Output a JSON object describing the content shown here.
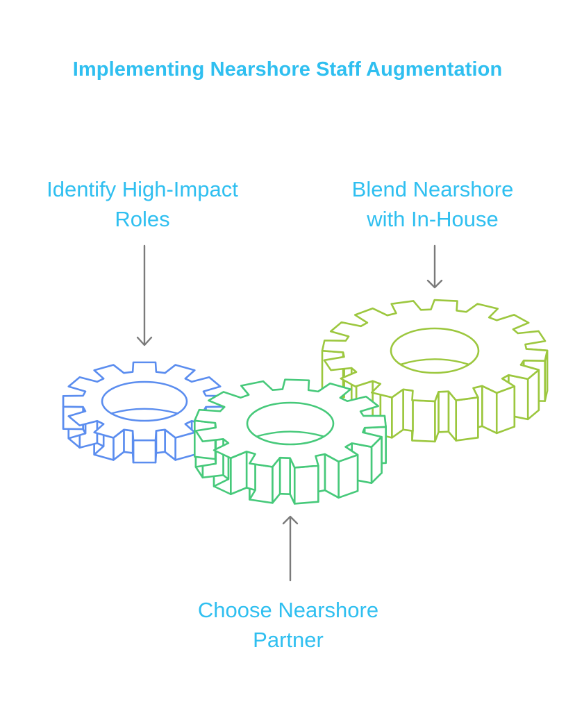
{
  "title": "Implementing Nearshore Staff Augmentation",
  "steps": [
    {
      "line1": "Identify High-Impact",
      "line2": "Roles",
      "color": "#5b8def"
    },
    {
      "line1": "Choose Nearshore",
      "line2": "Partner",
      "color": "#46c97a"
    },
    {
      "line1": "Blend Nearshore",
      "line2": "with In-House",
      "color": "#9cc73e"
    }
  ],
  "text_color": "#2fbff0",
  "arrow_color": "#7a7a7a",
  "gear_icons": [
    "gear-icon",
    "gear-icon",
    "gear-icon"
  ]
}
